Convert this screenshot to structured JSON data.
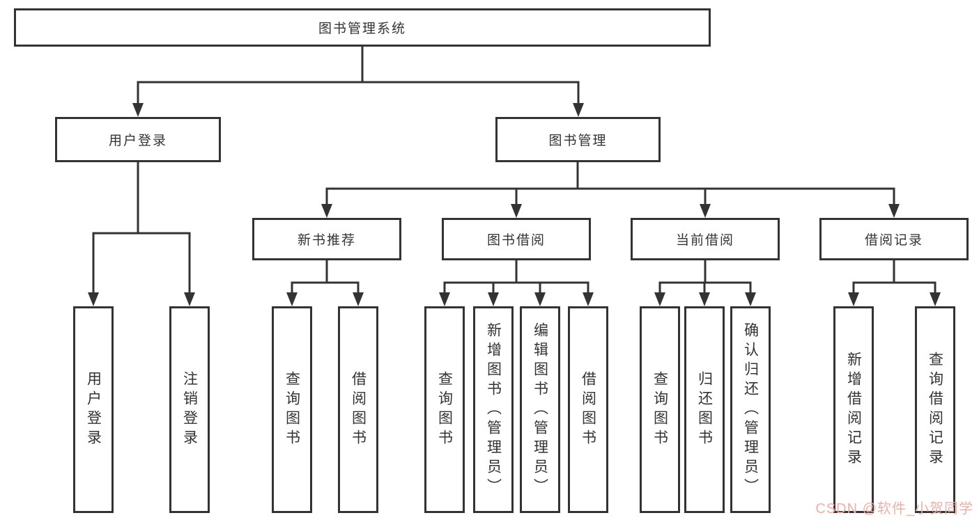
{
  "palette": {
    "line_color": "#333333",
    "box_border_color": "#333333",
    "text_color": "#333333",
    "background": "#ffffff",
    "watermark_color": "#f0afa6"
  },
  "watermark": {
    "text": "CSDN @软件_小贺同学"
  },
  "tree": {
    "root": {
      "label": "图书管理系统"
    },
    "branches": [
      {
        "label": "用户登录",
        "children": [
          {
            "label": "用户登录"
          },
          {
            "label": "注销登录"
          }
        ]
      },
      {
        "label": "图书管理",
        "children": [
          {
            "label": "新书推荐",
            "children": [
              {
                "label": "查询图书"
              },
              {
                "label": "借阅图书"
              }
            ]
          },
          {
            "label": "图书借阅",
            "children": [
              {
                "label": "查询图书"
              },
              {
                "label": "新增图书（管理员）"
              },
              {
                "label": "编辑图书（管理员）"
              },
              {
                "label": "借阅图书"
              }
            ]
          },
          {
            "label": "当前借阅",
            "children": [
              {
                "label": "查询图书"
              },
              {
                "label": "归还图书"
              },
              {
                "label": "确认归还（管理员）"
              }
            ]
          },
          {
            "label": "借阅记录",
            "children": [
              {
                "label": "新增借阅记录"
              },
              {
                "label": "查询借阅记录"
              }
            ]
          }
        ]
      }
    ]
  }
}
